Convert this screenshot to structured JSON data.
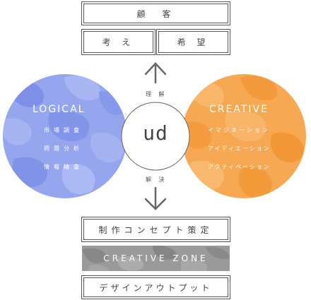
{
  "top": {
    "customer": "顧　客",
    "thought": "考 え",
    "hope": "希 望"
  },
  "arrow_up_label": "理 解",
  "arrow_down_label": "解 決",
  "center_logo": "ud",
  "logical": {
    "title": "LOGICAL",
    "items": [
      "市場調査",
      "問題分析",
      "情報精査"
    ],
    "color": "#8fa0ee"
  },
  "creative": {
    "title": "CREATIVE",
    "items": [
      "イマジネーション",
      "アイディエーション",
      "アクティベーション"
    ],
    "color": "#f5a64f"
  },
  "bottom": {
    "plan": "制作コンセプト策定",
    "zone": "CREATIVE ZONE",
    "output": "デザインアウトプット"
  },
  "colors": {
    "zone": "#9a9a9a",
    "line": "#555555"
  }
}
